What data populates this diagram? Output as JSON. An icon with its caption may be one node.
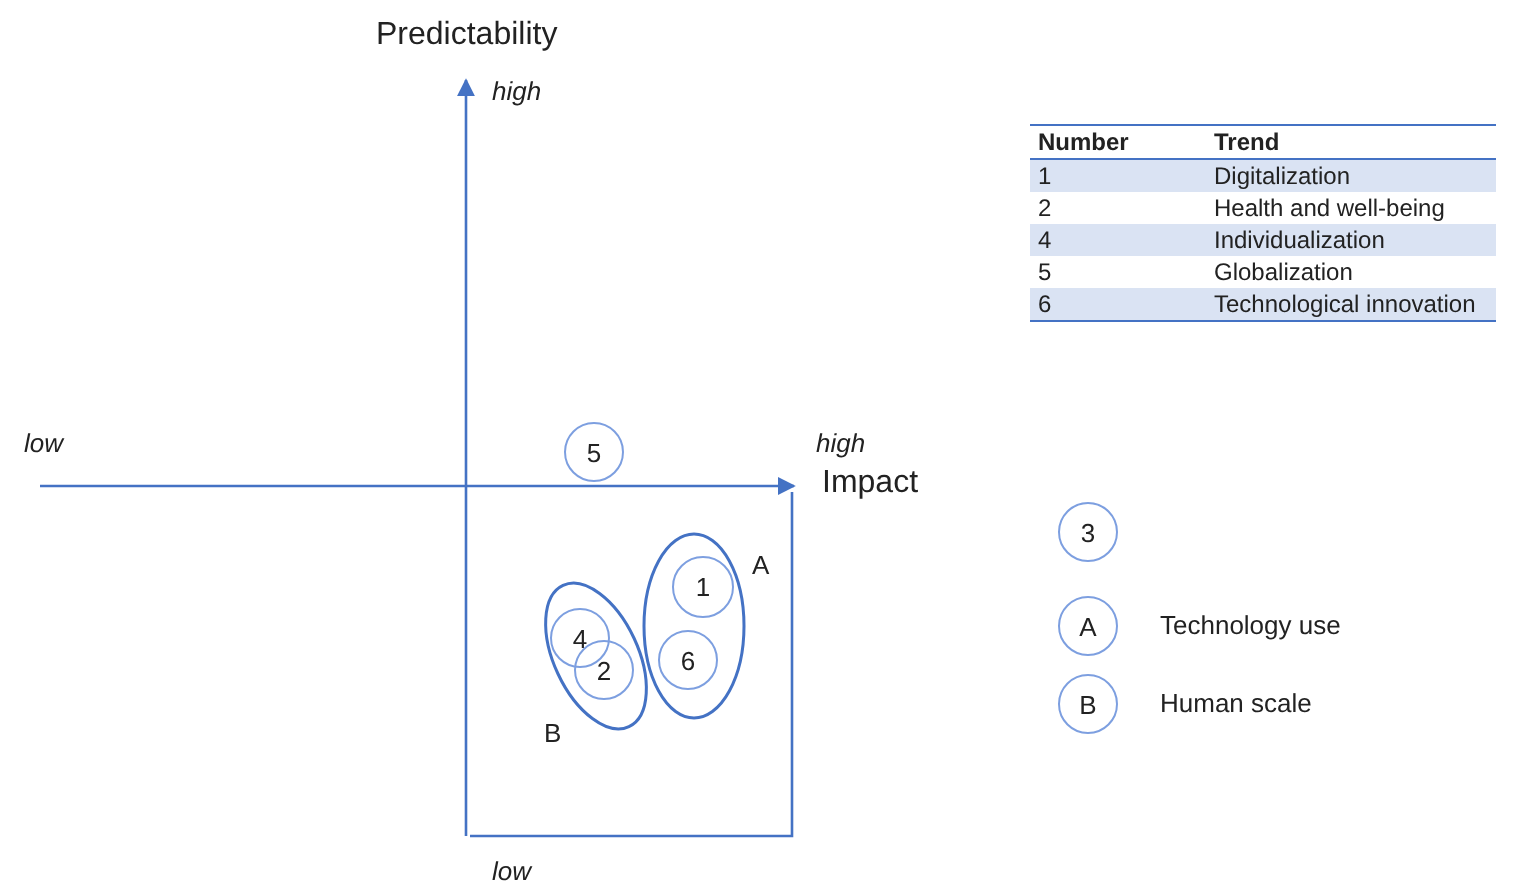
{
  "diagram": {
    "nodes": [
      {
        "text": [
          "5"
        ]
      },
      {
        "text": [
          "A"
        ]
      },
      {
        "text": [
          "1"
        ],
        "in": 1
      },
      {
        "text": [
          "6"
        ],
        "in": 1
      },
      {
        "text": [
          "B"
        ]
      },
      {
        "text": [
          "4"
        ],
        "in": 4
      },
      {
        "text": [
          "2"
        ],
        "in": 4
      },
      {
        "text": [
          "3"
        ]
      },
      {
        "text": [
          "A"
        ],
        "beside": [
          "Technology use"
        ]
      },
      {
        "text": [
          "B"
        ],
        "beside": [
          "Human scale"
        ]
      }
    ],
    "labels": [
      "Predictability",
      "high",
      "low",
      "high",
      "Impact",
      "low",
      "Number",
      "Trend",
      "1",
      "Digitalization",
      "2",
      "Health and well-being",
      "4",
      "Individualization",
      "5",
      "Globalization",
      "6",
      "Technological innovation"
    ]
  }
}
